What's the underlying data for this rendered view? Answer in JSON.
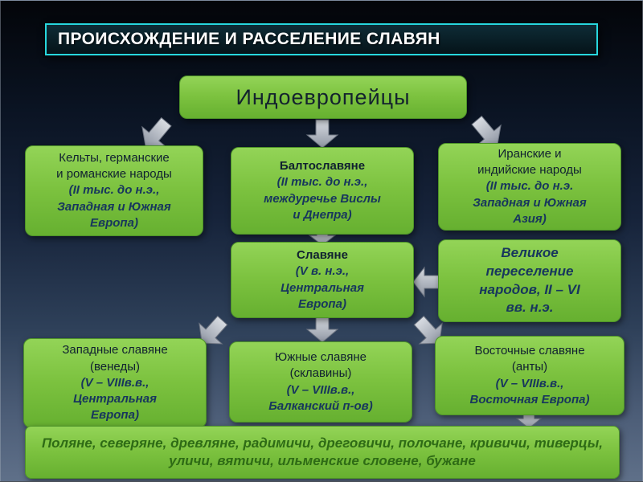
{
  "title": {
    "text": "ПРОИСХОЖДЕНИЕ И РАССЕЛЕНИЕ СЛАВЯН"
  },
  "boxes": {
    "root": {
      "label": "Индоевропейцы"
    },
    "celts": {
      "lines": [
        "Кельты, германские",
        "и романские народы",
        "(II тыс. до н.э.,",
        "Западная и Южная",
        "Европа)"
      ]
    },
    "balts": {
      "lines": [
        "Балтославяне",
        "(II тыс. до н.э.,",
        "междуречье Вислы",
        "и Днепра)"
      ]
    },
    "iranians": {
      "lines": [
        "Иранские и",
        "индийские народы",
        "(II тыс. до н.э.",
        "Западная и Южная",
        "Азия)"
      ]
    },
    "slavs": {
      "lines": [
        "Славяне",
        "(V в. н.э.,",
        "Центральная",
        "Европа)"
      ]
    },
    "migration": {
      "lines": [
        "Великое",
        "переселение",
        "народов, II – VI",
        "вв. н.э."
      ]
    },
    "west": {
      "lines": [
        "Западные славяне",
        "(венеды)",
        "(V – VIIIв.в.,",
        "Центральная",
        "Европа)"
      ]
    },
    "south": {
      "lines": [
        "Южные славяне",
        "(склавины)",
        "(V – VIIIв.в.,",
        "Балканский п-ов)"
      ]
    },
    "east": {
      "lines": [
        "Восточные славяне",
        "(анты)",
        "(V – VIIIв.в.,",
        "Восточная Европа)"
      ]
    },
    "tribes": {
      "text": "Поляне, северяне, древляне, радимичи, дреговичи, полочане, кривичи, тиверцы, уличи, вятичи,  ильменские словене, бужане"
    }
  },
  "colors": {
    "box_green": "#7cc23f",
    "box_border": "#4d9328",
    "title_border": "#27d7de",
    "title_background": "#081e26",
    "heading_text": "#102130",
    "date_text": "#17365d",
    "tribes_text": "#2e6b15",
    "arrow_fill": "#b6bcc6",
    "background_top": "#030509",
    "background_bottom": "#5f7089"
  }
}
